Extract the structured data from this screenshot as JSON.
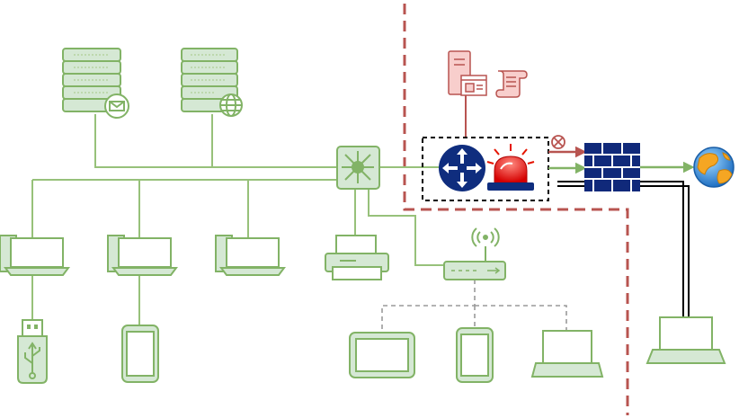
{
  "colors": {
    "background": "#ffffff",
    "node_stroke": "#82b366",
    "node_fill": "#d5e8d4",
    "link": "#97c17a",
    "wifi_link": "#9a9a9a",
    "boundary": "#b85450",
    "dmz_stroke": "#b85450",
    "dmz_fill": "#f8cecc",
    "firewall": "#10297a",
    "router": "#0f2d7e",
    "alarm": "#e51400",
    "uplink_arrow": "#82b366",
    "blocked_arrow": "#b85450",
    "external_cable": "#000000",
    "ids_box_border": "#000000"
  },
  "nodes": [
    {
      "id": "mail-server",
      "icon": "server-mail-icon"
    },
    {
      "id": "web-server",
      "icon": "server-globe-icon"
    },
    {
      "id": "core-switch",
      "icon": "network-switch-icon"
    },
    {
      "id": "workstation-1",
      "icon": "desktop-computer-icon"
    },
    {
      "id": "workstation-2",
      "icon": "desktop-computer-icon"
    },
    {
      "id": "workstation-3",
      "icon": "desktop-computer-icon"
    },
    {
      "id": "printer",
      "icon": "printer-icon"
    },
    {
      "id": "wireless-router",
      "icon": "wifi-router-icon"
    },
    {
      "id": "usb-drive",
      "icon": "usb-drive-icon"
    },
    {
      "id": "smartphone",
      "icon": "smartphone-icon"
    },
    {
      "id": "wifi-tablet",
      "icon": "tablet-icon"
    },
    {
      "id": "wifi-phone",
      "icon": "smartphone-icon"
    },
    {
      "id": "wifi-laptop",
      "icon": "laptop-icon"
    },
    {
      "id": "dmz-server",
      "icon": "tower-server-icon"
    },
    {
      "id": "dmz-webpage",
      "icon": "web-page-icon"
    },
    {
      "id": "dmz-script",
      "icon": "script-scroll-icon"
    },
    {
      "id": "edge-router",
      "icon": "router-icon"
    },
    {
      "id": "intrusion-alarm",
      "icon": "alarm-siren-icon"
    },
    {
      "id": "firewall",
      "icon": "firewall-icon"
    },
    {
      "id": "internet",
      "icon": "globe-icon"
    },
    {
      "id": "remote-laptop",
      "icon": "laptop-icon"
    }
  ]
}
